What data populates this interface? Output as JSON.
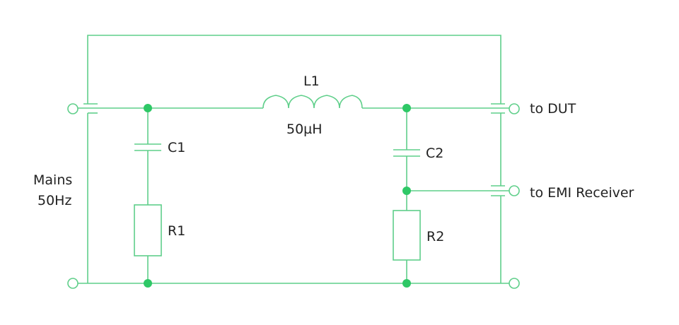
{
  "diagram": {
    "colors": {
      "wire": "#5fcf8a",
      "node": "#2ec866",
      "text": "#222222"
    },
    "inductor": {
      "name": "L1",
      "value": "50µH"
    },
    "capacitors": [
      {
        "name": "C1"
      },
      {
        "name": "C2"
      }
    ],
    "resistors": [
      {
        "name": "R1"
      },
      {
        "name": "R2"
      }
    ],
    "source": {
      "line1": "Mains",
      "line2": "50Hz"
    },
    "outputs": {
      "dut": "to DUT",
      "emi": "to EMI Receiver"
    }
  }
}
